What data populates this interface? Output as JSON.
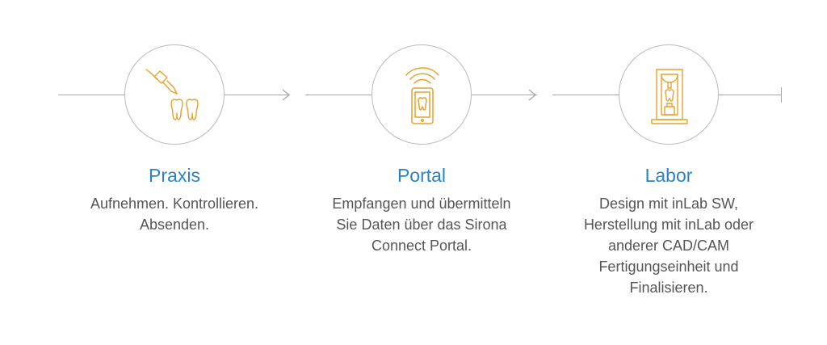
{
  "colors": {
    "accent_blue": "#2a83c5",
    "icon_gold": "#e6a22c",
    "line_gray": "#a7a7a7",
    "text_gray": "#555555"
  },
  "steps": [
    {
      "title": "Praxis",
      "icon": "tooth-scanner-icon",
      "desc_lines": [
        "Aufnehmen. Kontrollieren.",
        "Absenden."
      ]
    },
    {
      "title": "Portal",
      "icon": "wireless-phone-icon",
      "desc_lines": [
        "Empfangen und übermitteln",
        "Sie Daten über das Sirona",
        "Connect Portal."
      ]
    },
    {
      "title": "Labor",
      "icon": "milling-machine-icon",
      "desc_lines": [
        "Design mit inLab SW,",
        "Herstellung mit inLab oder",
        "anderer CAD/CAM",
        "Fertigungseinheit und",
        "Finalisieren."
      ]
    }
  ]
}
